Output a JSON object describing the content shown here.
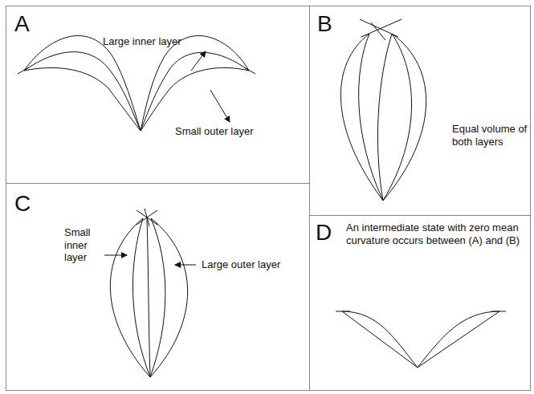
{
  "diagram": {
    "nodes": [
      {
        "text": [
          "A",
          "Large inner layer",
          "Small outer layer"
        ]
      },
      {
        "text": [
          "B",
          "Equal volume of both layers"
        ]
      },
      {
        "text": [
          "C",
          "Small inner layer",
          "Large outer layer"
        ]
      },
      {
        "text": [
          "D",
          "An intermediate state with zero mean curvature occurs between (A) and (B)"
        ]
      }
    ]
  }
}
